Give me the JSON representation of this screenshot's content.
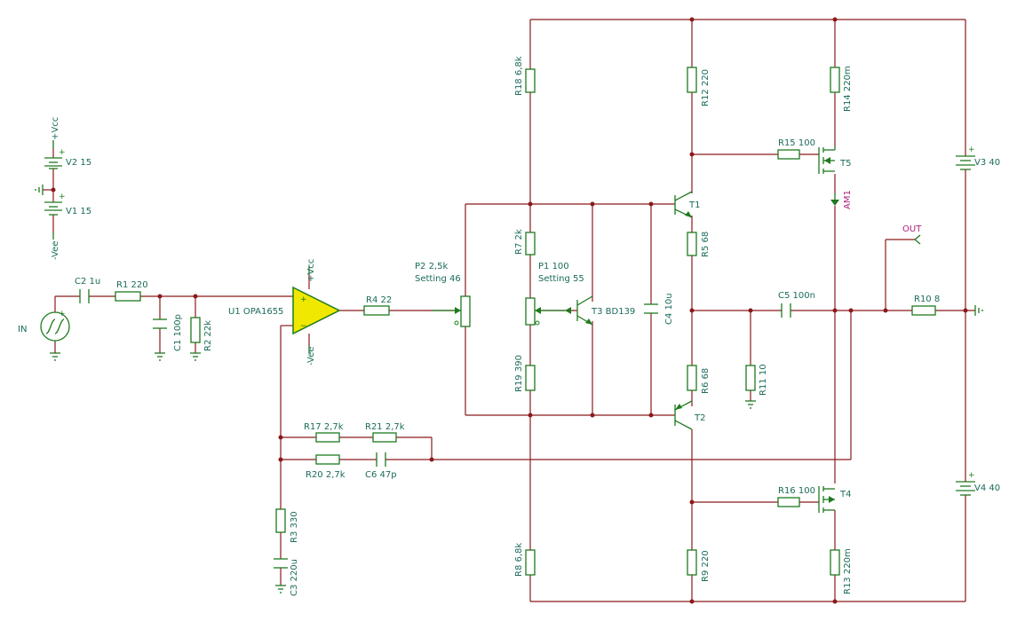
{
  "labels": {
    "v2": "V2 15",
    "v1": "V1 15",
    "vcc_top": "+Vcc",
    "vee_bottom": "-Vee",
    "in": "IN",
    "c2": "C2 1u",
    "r1": "R1 220",
    "c1": "C1 100p",
    "r2": "R2 22k",
    "u1": "U1 OPA1655",
    "u1_vcc": "+Vcc",
    "u1_vee": "-Vee",
    "r4": "R4 22",
    "p2": "P2 2,5k",
    "p2_setting": "Setting 46",
    "p1": "P1 100",
    "p1_setting": "Setting 55",
    "t3": "T3 BD139",
    "c4": "C4 10u",
    "r18": "R18 6,8k",
    "r7": "R7 2k",
    "r19": "R19 390",
    "r8": "R8 6,8k",
    "r12": "R12 220",
    "r5": "R5 68",
    "r6": "R6 68",
    "r9": "R9 220",
    "t1": "T1",
    "t2": "T2",
    "r14": "R14 220m",
    "r15": "R15 100",
    "t5": "T5",
    "am1": "AM1",
    "r16": "R16 100",
    "t4": "T4",
    "r13": "R13 220m",
    "c5": "C5 100n",
    "r11": "R11 10",
    "out": "OUT",
    "r10": "R10 8",
    "v3": "V3 40",
    "v4": "V4 40",
    "r17": "R17 2,7k",
    "r21": "R21 2,7k",
    "r20": "R20 2,7k",
    "c6": "C6 47p",
    "r3": "R3 330",
    "c3": "C3 220u"
  },
  "colors": {
    "wire": "#8b1a1a",
    "component": "#1e7a1e",
    "label": "#1a6b5a",
    "opamp_fill": "#f0e800",
    "meter_label": "#b0207a"
  }
}
